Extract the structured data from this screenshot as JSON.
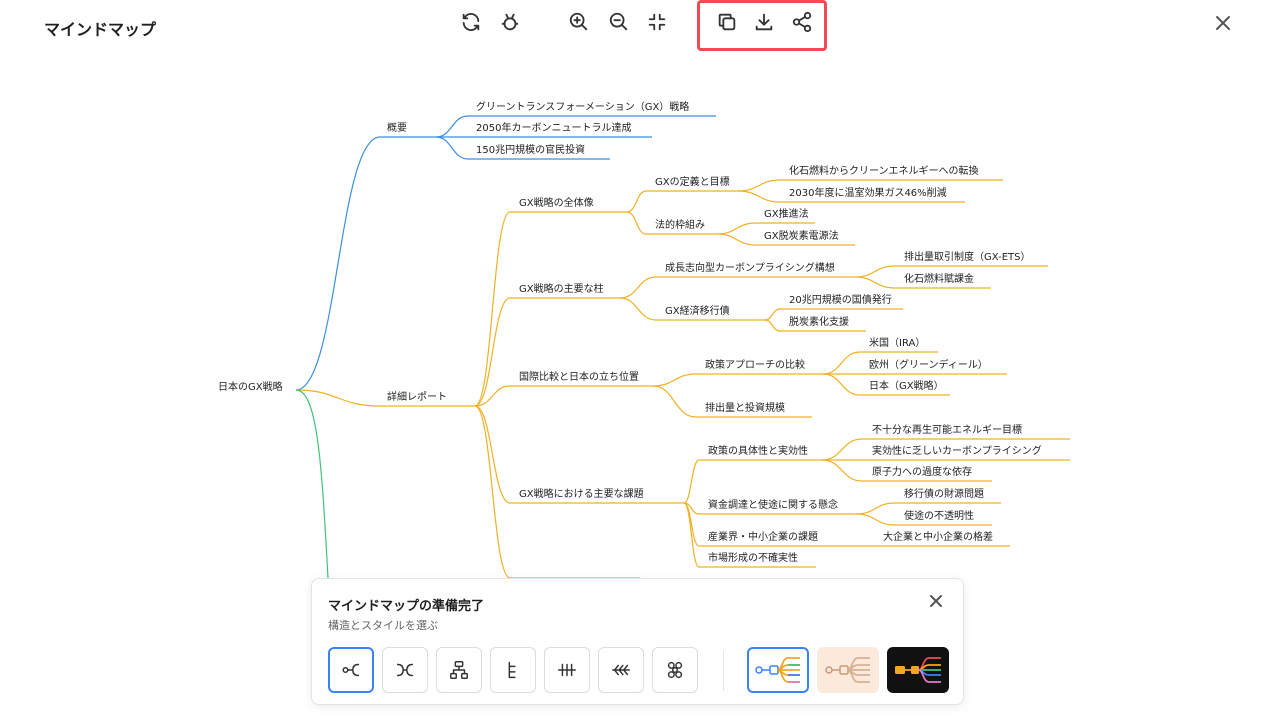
{
  "header": {
    "title": "マインドマップ",
    "toolbar": [
      {
        "name": "refresh-icon",
        "label": "Refresh"
      },
      {
        "name": "bug-icon",
        "label": "Style"
      },
      {
        "name": "zoom-in-icon",
        "label": "Zoom in"
      },
      {
        "name": "zoom-out-icon",
        "label": "Zoom out"
      },
      {
        "name": "fit-screen-icon",
        "label": "Fit"
      },
      {
        "name": "copy-icon",
        "label": "Copy"
      },
      {
        "name": "download-icon",
        "label": "Download"
      },
      {
        "name": "share-icon",
        "label": "Share"
      }
    ],
    "close_icon": "close-icon",
    "export_highlight_color": "#ef4a55"
  },
  "mindmap": {
    "root": "日本のGX戦略",
    "branch_colors": {
      "overview": "#3b8fe0",
      "report": "#f0b024",
      "third": "#3ec47a"
    },
    "nodes": [
      {
        "id": "n0",
        "text": "概要"
      },
      {
        "id": "n1",
        "text": "グリーントランスフォーメーション（GX）戦略"
      },
      {
        "id": "n2",
        "text": "2050年カーボンニュートラル達成"
      },
      {
        "id": "n3",
        "text": "150兆円規模の官民投資"
      },
      {
        "id": "n4",
        "text": "詳細レポート"
      },
      {
        "id": "n5",
        "text": "GX戦略の全体像"
      },
      {
        "id": "n6",
        "text": "GXの定義と目標"
      },
      {
        "id": "n7",
        "text": "化石燃料からクリーンエネルギーへの転換"
      },
      {
        "id": "n8",
        "text": "2030年度に温室効果ガス46%削減"
      },
      {
        "id": "n9",
        "text": "法的枠組み"
      },
      {
        "id": "n10",
        "text": "GX推進法"
      },
      {
        "id": "n11",
        "text": "GX脱炭素電源法"
      },
      {
        "id": "n12",
        "text": "GX戦略の主要な柱"
      },
      {
        "id": "n13",
        "text": "成長志向型カーボンプライシング構想"
      },
      {
        "id": "n14",
        "text": "排出量取引制度（GX-ETS）"
      },
      {
        "id": "n15",
        "text": "化石燃料賦課金"
      },
      {
        "id": "n16",
        "text": "GX経済移行債"
      },
      {
        "id": "n17",
        "text": "20兆円規模の国債発行"
      },
      {
        "id": "n18",
        "text": "脱炭素化支援"
      },
      {
        "id": "n19",
        "text": "国際比較と日本の立ち位置"
      },
      {
        "id": "n20",
        "text": "政策アプローチの比較"
      },
      {
        "id": "n21",
        "text": "米国（IRA）"
      },
      {
        "id": "n22",
        "text": "欧州（グリーンディール）"
      },
      {
        "id": "n23",
        "text": "日本（GX戦略）"
      },
      {
        "id": "n24",
        "text": "排出量と投資規模"
      },
      {
        "id": "n25",
        "text": "GX戦略における主要な課題"
      },
      {
        "id": "n26",
        "text": "政策の具体性と実効性"
      },
      {
        "id": "n27",
        "text": "不十分な再生可能エネルギー目標"
      },
      {
        "id": "n28",
        "text": "実効性に乏しいカーボンプライシング"
      },
      {
        "id": "n29",
        "text": "原子力への過度な依存"
      },
      {
        "id": "n30",
        "text": "資金調達と使途に関する懸念"
      },
      {
        "id": "n31",
        "text": "移行債の財源問題"
      },
      {
        "id": "n32",
        "text": "使途の不透明性"
      },
      {
        "id": "n33",
        "text": "産業界・中小企業の課題"
      },
      {
        "id": "n34",
        "text": "大企業と中小企業の格差"
      },
      {
        "id": "n35",
        "text": "市場形成の不確実性"
      }
    ]
  },
  "panel": {
    "title": "マインドマップの準備完了",
    "subtitle": "構造とスタイルを選ぶ",
    "layouts": [
      "mindmap-layout-icon",
      "bidirectional-layout-icon",
      "org-chart-layout-icon",
      "tree-layout-icon",
      "fishbone-layout-icon",
      "timeline-layout-icon",
      "radial-layout-icon"
    ],
    "themes": [
      {
        "name": "light-theme",
        "bg": "#ffffff",
        "border": "#3b82f6"
      },
      {
        "name": "warm-theme",
        "bg": "#fbe9dc",
        "border": "#fbe9dc"
      },
      {
        "name": "dark-theme",
        "bg": "#111111",
        "border": "#111111"
      }
    ]
  }
}
